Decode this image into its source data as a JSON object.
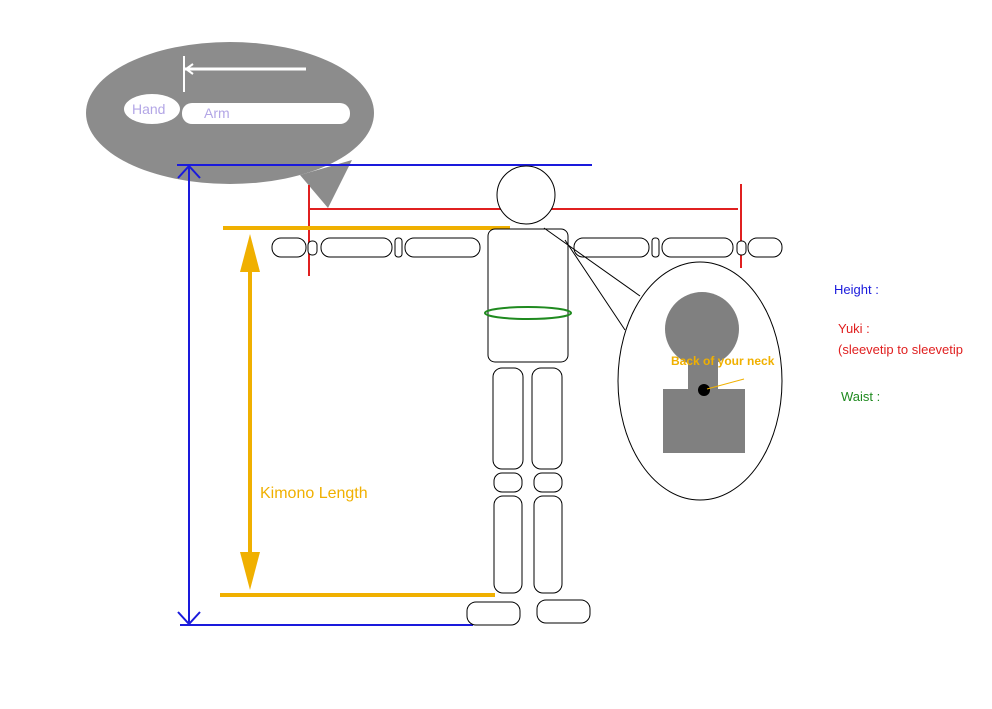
{
  "callout_top": {
    "hand_label": "Hand",
    "arm_label": "Arm"
  },
  "callout_neck": {
    "label": "Back of your neck"
  },
  "kimono_length_label": "Kimono Length",
  "measurements": {
    "height": "Height :",
    "yuki": "Yuki  :",
    "yuki_note": "(sleevetip to sleevetip",
    "waist": "Waist :"
  },
  "colors": {
    "height": "#1a1adc",
    "yuki": "#e02020",
    "waist": "#1f8a1f",
    "kimono_length": "#f0b000",
    "neck_label": "#f0b000",
    "callout_fill": "#8c8c8c",
    "label_lavender": "#b3a6e6"
  }
}
